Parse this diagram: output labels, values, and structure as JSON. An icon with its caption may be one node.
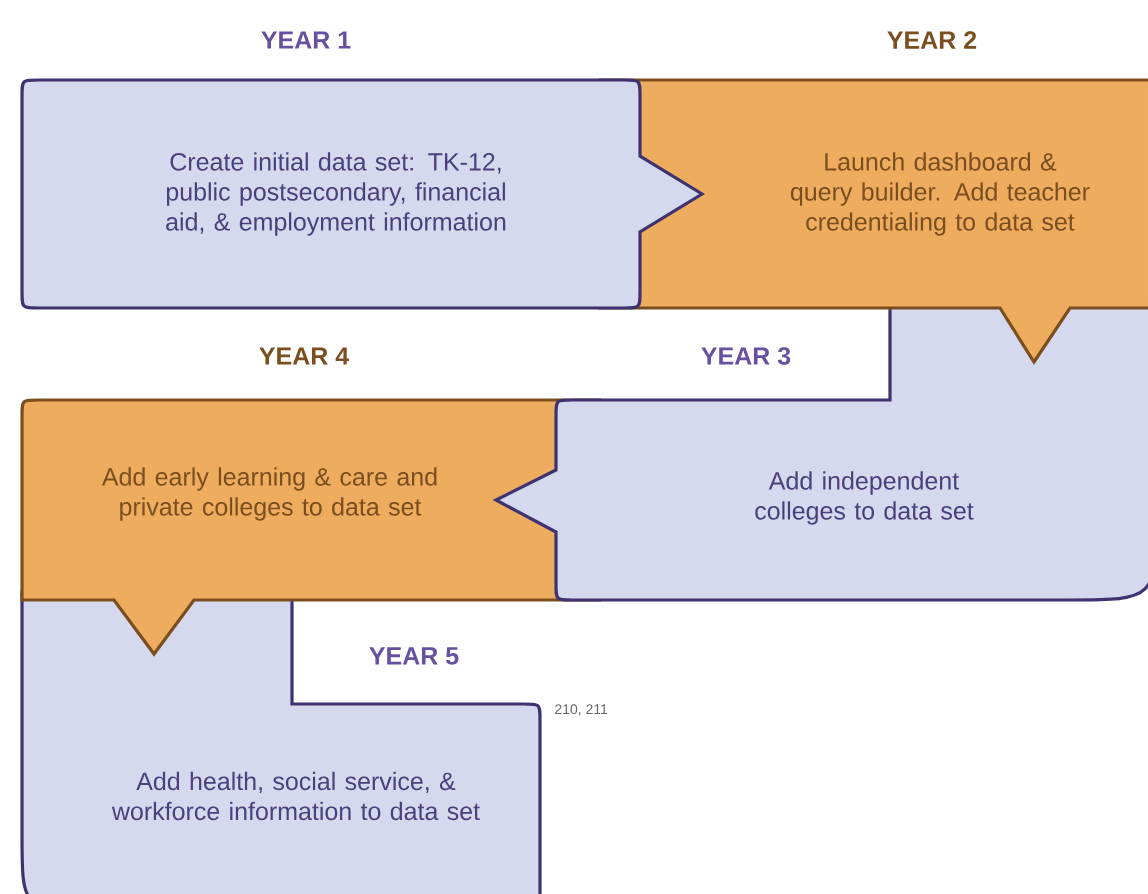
{
  "diagram": {
    "nodes": [
      {
        "text": [
          "YEAR 1",
          "Create initial data set: TK-12, public postsecondary, financial aid, & employment information"
        ]
      },
      {
        "text": [
          "YEAR 2",
          "Launch dashboard & query builder. Add teacher credentialing to data set"
        ]
      },
      {
        "text": [
          "YEAR 3",
          "Add independent colleges to data set"
        ]
      },
      {
        "text": [
          "YEAR 4",
          "Add early learning & care and private colleges to data set"
        ]
      },
      {
        "text": [
          "YEAR 5",
          "Add health, social service, & workforce information to data set"
        ]
      }
    ],
    "labels": [
      "210, 211"
    ]
  }
}
